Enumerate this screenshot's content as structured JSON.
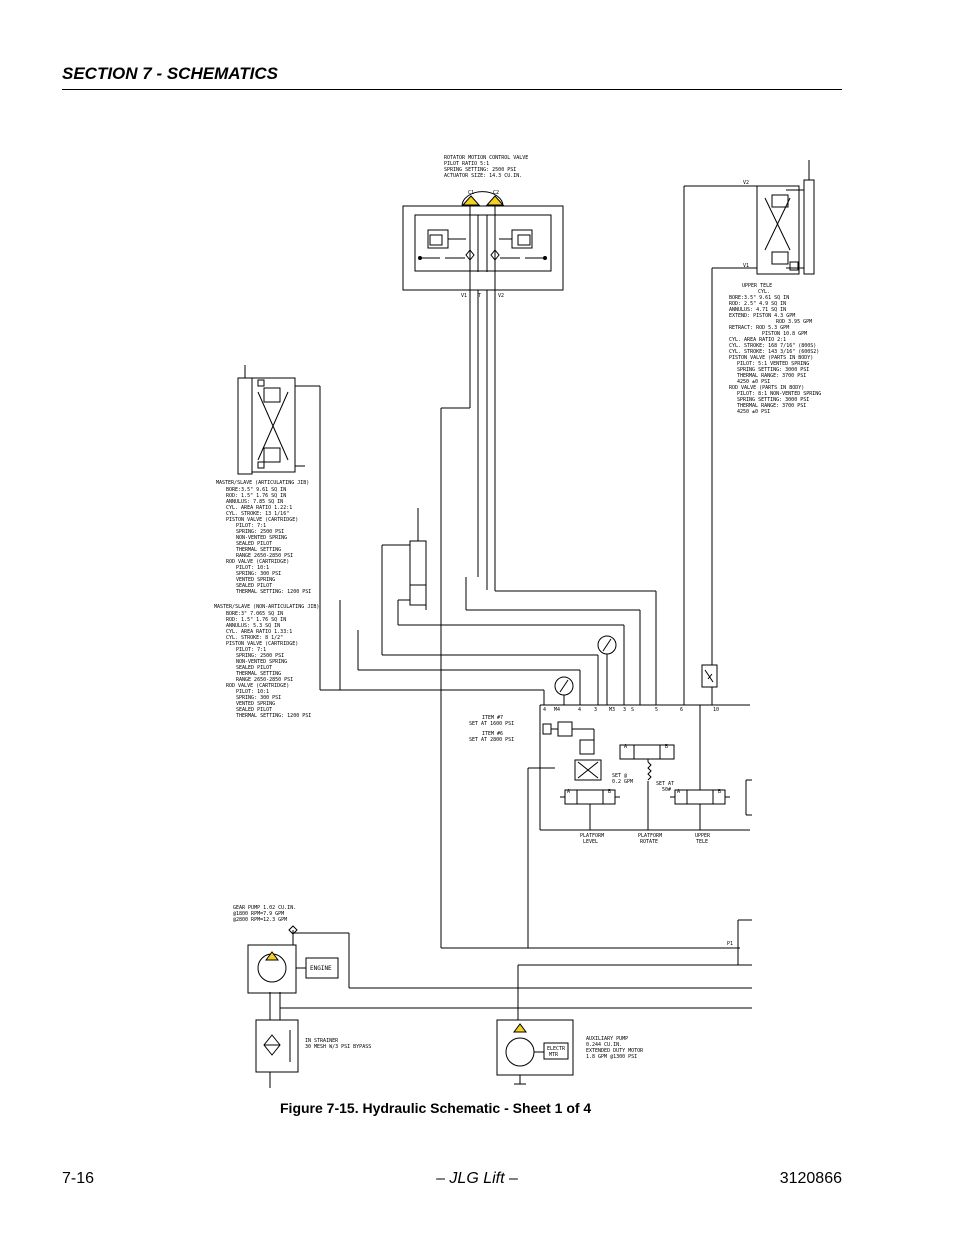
{
  "header": {
    "section_title": "SECTION 7 - SCHEMATICS"
  },
  "caption": "Figure 7-15.  Hydraulic Schematic - Sheet 1 of 4",
  "footer": {
    "page_number": "7-16",
    "brand": "– JLG Lift –",
    "doc_number": "3120866"
  },
  "rotator": {
    "lines": [
      "ROTATOR MOTION CONTROL VALVE",
      "PILOT RATIO 5:1",
      "SPRING SETTING: 2500 PSI",
      "ACTUATOR SIZE: 14.3 CU.IN."
    ],
    "port_c1": "C1",
    "port_c2": "C2",
    "port_v1": "V1",
    "port_t": "T",
    "port_v2": "V2"
  },
  "upper_tele": {
    "port_v2": "V2",
    "port_v1": "V1",
    "lines": [
      "UPPER TELE",
      "CYL.",
      "BORE:3.5\" 9.61 SQ IN",
      "ROD: 2.5\" 4.9 SQ IN",
      "ANNULUS: 4.71 SQ IN",
      "EXTEND: PISTON 4.3 GPM",
      "ROD 3.95 GPM",
      "RETRACT: ROD 5.3 GPM",
      "PISTON 10.8 GPM",
      "CYL. AREA RATIO 2:1",
      "CYL. STROKE: 168 7/16\" (800S)",
      "CYL. STROKE: 143 3/16\" (600S2)",
      "PISTON VALVE (PARTS IN BODY)",
      "PILOT: 5:1 VENTED SPRING",
      "SPRING SETTING: 3000 PSI",
      "THERMAL RANGE: 3700 PSI",
      "4250 ±0 PSI",
      "ROD VALVE (PARTS IN BODY)",
      "PILOT: 8:1 NON-VENTED SPRING",
      "SPRING SETTING: 3000 PSI",
      "THERMAL RANGE: 3700 PSI",
      "4250 ±0 PSI"
    ]
  },
  "ms_articulating": {
    "lines": [
      "MASTER/SLAVE (ARTICULATING JIB)",
      "BORE:3.5\" 9.61 SQ IN",
      "ROD: 1.5\" 1.76 SQ IN",
      "ANNULUS: 7.85 SQ IN",
      "CYL. AREA RATIO 1.22:1",
      "CYL. STROKE: 13 1/16\"",
      "PISTON VALVE (CARTRIDGE)",
      "PILOT: 7:1",
      "SPRING: 2500 PSI",
      "NON-VENTED SPRING",
      "SEALED PILOT",
      "THERMAL SETTING",
      "RANGE 2650-2850 PSI",
      "ROD VALVE (CARTRIDGE)",
      "PILOT: 10:1",
      "SPRING: 300 PSI",
      "VENTED SPRING",
      "SEALED PILOT",
      "THERMAL SETTING: 1200 PSI"
    ]
  },
  "ms_non_articulating": {
    "lines": [
      "MASTER/SLAVE (NON-ARTICULATING JIB)",
      "BORE:3\" 7.065 SQ IN",
      "ROD: 1.5\" 1.76 SQ IN",
      "ANNULUS: 5.3 SQ IN",
      "CYL. AREA RATIO 1.33:1",
      "CYL. STROKE: 8 1/2\"",
      "PISTON VALVE (CARTRIDGE)",
      "PILOT: 7:1",
      "SPRING: 2500 PSI",
      "NON-VENTED SPRING",
      "SEALED PILOT",
      "THERMAL SETTING",
      "RANGE 2650-2850 PSI",
      "ROD VALVE (CARTRIDGE)",
      "PILOT: 10:1",
      "SPRING: 300 PSI",
      "VENTED SPRING",
      "SEALED PILOT",
      "THERMAL SETTING: 1200 PSI"
    ]
  },
  "manifold": {
    "port_labels": [
      "4",
      "M4",
      "4",
      "3",
      "M3",
      "3",
      "S",
      "5",
      "6",
      "10"
    ],
    "item7": "ITEM #7",
    "item7_set": "SET AT 1600 PSI",
    "item6": "ITEM #6",
    "item6_set": "SET AT 2800 PSI",
    "flow_set": "SET @",
    "flow_value": "0.2 GPM",
    "check_set": "SET AT",
    "check_value": "50#",
    "spool_a": "A",
    "spool_b": "B",
    "platform_level": [
      "PLATFORM",
      "LEVEL"
    ],
    "platform_rotate": [
      "PLATFORM",
      "ROTATE"
    ],
    "upper_tele": [
      "UPPER",
      "TELE"
    ],
    "p1": "P1"
  },
  "gear_pump": {
    "lines": [
      "GEAR PUMP 1.02 CU.IN.",
      "@1800 RPM=7.9 GPM",
      "@2800 RPM=12.3 GPM"
    ],
    "engine": "ENGINE"
  },
  "strainer": {
    "lines": [
      "IN STRAINER",
      "30 MESH W/3 PSI BYPASS"
    ]
  },
  "aux_pump": {
    "motor": [
      "ELECTR",
      "MTR"
    ],
    "lines": [
      "AUXILIARY PUMP",
      "0.244 CU.IN.",
      "EXTENDED DUTY MOTOR",
      "1.8 GPM @1300 PSI"
    ]
  }
}
